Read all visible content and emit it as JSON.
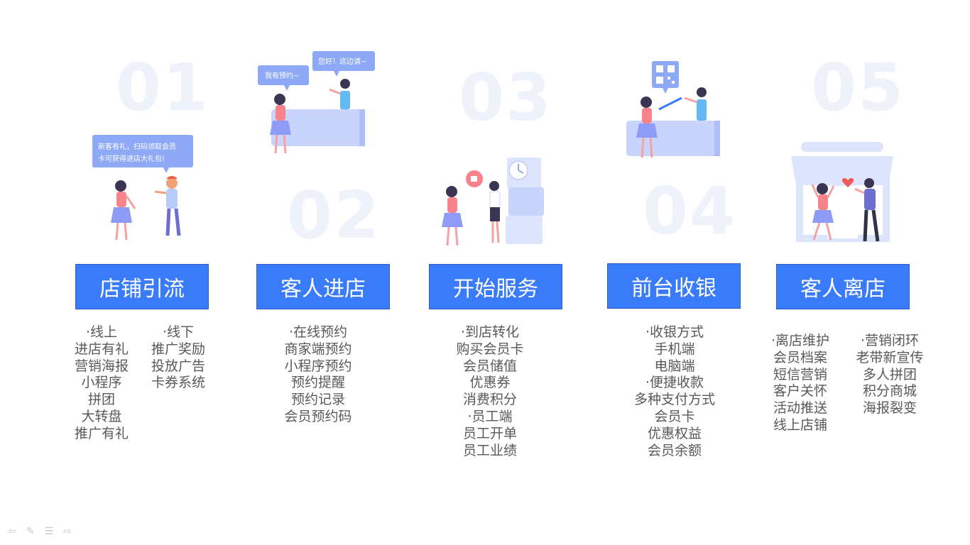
{
  "steps": [
    {
      "number": "01",
      "title": "店铺引流",
      "bubble": [
        "新客有礼，扫码领取会员",
        "卡可获得进店大礼包!"
      ],
      "col_a": [
        "·线上",
        "进店有礼",
        "营销海报",
        "小程序",
        "拼团",
        "大转盘",
        "推广有礼"
      ],
      "col_b": [
        "·线下",
        "推广奖励",
        "投放广告",
        "卡券系统"
      ]
    },
    {
      "number": "02",
      "title": "客人进店",
      "bubble_a": "我有预约~",
      "bubble_b": "您好！这边请~",
      "col_a": [
        "·在线预约",
        "商家端预约",
        "小程序预约",
        "预约提醒",
        "预约记录",
        "会员预约码"
      ]
    },
    {
      "number": "03",
      "title": "开始服务",
      "col_a": [
        "·到店转化",
        "购买会员卡",
        "会员储值",
        "优惠券",
        "消费积分",
        "·员工端",
        "员工开单",
        "员工业绩"
      ]
    },
    {
      "number": "04",
      "title": "前台收银",
      "col_a": [
        "·收银方式",
        "手机端",
        "电脑端",
        "·便捷收款",
        "多种支付方式",
        "会员卡",
        "优惠权益",
        "会员余额"
      ]
    },
    {
      "number": "05",
      "title": "客人离店",
      "col_a": [
        "·离店维护",
        "会员档案",
        "短信营销",
        "客户关怀",
        "活动推送",
        "线上店铺"
      ],
      "col_b": [
        "·营销闭环",
        "老带新宣传",
        "多人拼团",
        "积分商城",
        "海报裂变"
      ]
    }
  ],
  "colors": {
    "accent": "#3a7bfa",
    "number_watermark": "#edf2fb",
    "text": "#595959",
    "illustration": "#c8d4fb"
  },
  "icons": [
    "clock-icon",
    "thumbs-up-icon",
    "qr-code-icon",
    "heart-icon",
    "arrow-left-icon",
    "pen-icon",
    "menu-icon",
    "arrow-right-icon"
  ]
}
